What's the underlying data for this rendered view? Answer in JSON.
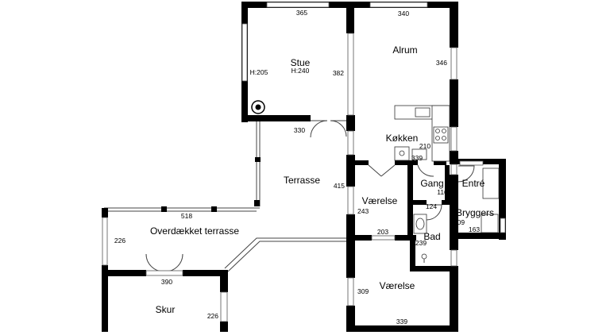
{
  "rooms": {
    "stue": "Stue",
    "stue_height": "H:240",
    "alrum": "Alrum",
    "koekken": "Køkken",
    "terrasse": "Terrasse",
    "overdaekket": "Overdækket terrasse",
    "skur": "Skur",
    "vaerelse1": "Værelse",
    "vaerelse2": "Værelse",
    "gang": "Gang",
    "entre": "Entré",
    "bryggers": "Bryggers",
    "bad": "Bad"
  },
  "dimensions": {
    "stue_width": "365",
    "stue_left_height": "H:205",
    "stue_depth": "382",
    "stue_bottom": "330",
    "alrum_width": "340",
    "alrum_depth": "346",
    "koekken_210": "210",
    "koekken_339": "339",
    "terrasse_415": "415",
    "overdaekket_518": "518",
    "overdaekket_226": "226",
    "skur_390": "390",
    "skur_226": "226",
    "vaerelse1_243": "243",
    "vaerelse1_203": "203",
    "gang_116": "116",
    "gang_124": "124",
    "bryggers_109": "109",
    "bryggers_163": "163",
    "bad_239": "239",
    "vaerelse2_309": "309",
    "vaerelse2_339": "339"
  },
  "icons": [
    "stove-icon",
    "sink-icon",
    "toilet-icon",
    "shower-icon",
    "chimney-icon",
    "door-swing-icon"
  ]
}
